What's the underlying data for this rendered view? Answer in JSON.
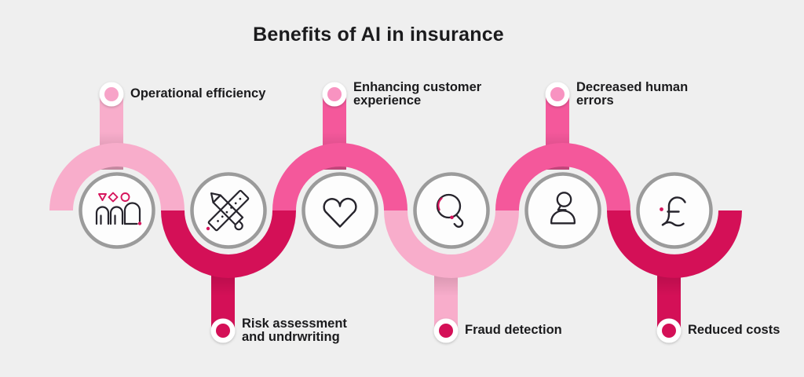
{
  "title": "Benefits of AI in insurance",
  "colors": {
    "background": "#efefef",
    "light_pink": "#f8adcb",
    "medium_pink": "#f4589b",
    "crimson": "#d41057",
    "marker_pink_light": "#f7a3c8",
    "marker_pink_medium": "#f893c1",
    "icon_stroke": "#26242c",
    "icon_accent": "#d6145c",
    "circle_ring": "#9b9b9b",
    "circle_fill": "#fdfdfd",
    "text": "#1b1b1d"
  },
  "steps": [
    {
      "id": "operational-efficiency",
      "label": "Operational efficiency",
      "label_lines": [
        "Operational efficiency"
      ],
      "position": "top",
      "icon": "team-icon",
      "arc_color": "light_pink",
      "bar_color": "light_pink",
      "marker_color": "marker_pink_light"
    },
    {
      "id": "risk-assessment",
      "label": "Risk assessment and undrwriting",
      "label_lines": [
        "Risk assessment",
        "and undrwriting"
      ],
      "position": "bottom",
      "icon": "pencil-ruler-icon",
      "arc_color": "crimson",
      "bar_color": "crimson",
      "marker_color": "crimson"
    },
    {
      "id": "customer-experience",
      "label": "Enhancing customer experience",
      "label_lines": [
        "Enhancing customer",
        "experience"
      ],
      "position": "top",
      "icon": "heart-icon",
      "arc_color": "medium_pink",
      "bar_color": "medium_pink",
      "marker_color": "marker_pink_medium"
    },
    {
      "id": "fraud-detection",
      "label": "Fraud detection",
      "label_lines": [
        "Fraud detection"
      ],
      "position": "bottom",
      "icon": "magnifier-icon",
      "arc_color": "light_pink",
      "bar_color": "light_pink",
      "marker_color": "crimson"
    },
    {
      "id": "decreased-human-errors",
      "label": "Decreased human errors",
      "label_lines": [
        "Decreased human",
        "errors"
      ],
      "position": "top",
      "icon": "person-icon",
      "arc_color": "medium_pink",
      "bar_color": "medium_pink",
      "marker_color": "marker_pink_medium"
    },
    {
      "id": "reduced-costs",
      "label": "Reduced costs",
      "label_lines": [
        "Reduced costs"
      ],
      "position": "bottom",
      "icon": "pound-icon",
      "arc_color": "crimson",
      "bar_color": "crimson",
      "marker_color": "crimson"
    }
  ]
}
